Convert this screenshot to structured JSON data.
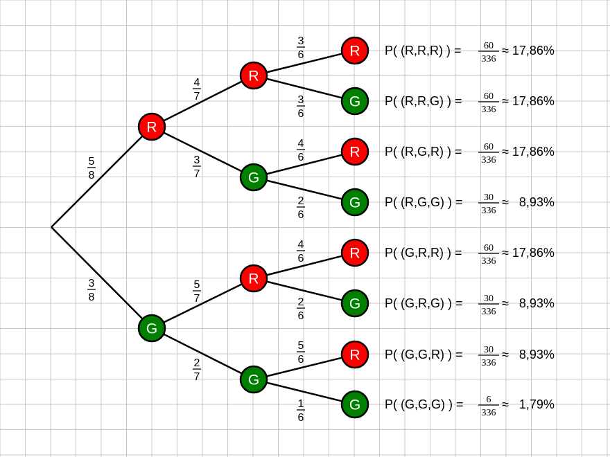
{
  "colors": {
    "grid": "#c8c8c8",
    "background": "#ffffff",
    "red_node": "#ff0000",
    "green_node": "#008000",
    "edge": "#000000",
    "text": "#000000",
    "node_text": "#ffffff"
  },
  "tree": {
    "node_labels": {
      "red": "R",
      "green": "G"
    },
    "level1": [
      {
        "color": "red",
        "label": "R",
        "branch_num": "5",
        "branch_den": "8"
      },
      {
        "color": "green",
        "label": "G",
        "branch_num": "3",
        "branch_den": "8"
      }
    ],
    "level2": [
      {
        "color": "red",
        "label": "R",
        "branch_num": "4",
        "branch_den": "7"
      },
      {
        "color": "green",
        "label": "G",
        "branch_num": "3",
        "branch_den": "7"
      },
      {
        "color": "red",
        "label": "R",
        "branch_num": "5",
        "branch_den": "7"
      },
      {
        "color": "green",
        "label": "G",
        "branch_num": "2",
        "branch_den": "7"
      }
    ],
    "level3": [
      {
        "color": "red",
        "label": "R",
        "branch_num": "3",
        "branch_den": "6"
      },
      {
        "color": "green",
        "label": "G",
        "branch_num": "3",
        "branch_den": "6"
      },
      {
        "color": "red",
        "label": "R",
        "branch_num": "4",
        "branch_den": "6"
      },
      {
        "color": "green",
        "label": "G",
        "branch_num": "2",
        "branch_den": "6"
      },
      {
        "color": "red",
        "label": "R",
        "branch_num": "4",
        "branch_den": "6"
      },
      {
        "color": "green",
        "label": "G",
        "branch_num": "2",
        "branch_den": "6"
      },
      {
        "color": "red",
        "label": "R",
        "branch_num": "5",
        "branch_den": "6"
      },
      {
        "color": "green",
        "label": "G",
        "branch_num": "1",
        "branch_den": "6"
      }
    ]
  },
  "results": [
    {
      "prefix": "P( (R,R,R) ) =",
      "num": "60",
      "den": "336",
      "approx": "≈ 17,86%"
    },
    {
      "prefix": "P( (R,R,G) ) =",
      "num": "60",
      "den": "336",
      "approx": "≈ 17,86%"
    },
    {
      "prefix": "P( (R,G,R) ) =",
      "num": "60",
      "den": "336",
      "approx": "≈ 17,86%"
    },
    {
      "prefix": "P( (R,G,G) ) =",
      "num": "30",
      "den": "336",
      "approx": "≈   8,93%"
    },
    {
      "prefix": "P( (G,R,R) ) =",
      "num": "60",
      "den": "336",
      "approx": "≈ 17,86%"
    },
    {
      "prefix": "P( (G,R,G) ) =",
      "num": "30",
      "den": "336",
      "approx": "≈   8,93%"
    },
    {
      "prefix": "P( (G,G,R) ) =",
      "num": "30",
      "den": "336",
      "approx": "≈   8,93%"
    },
    {
      "prefix": "P( (G,G,G) ) =",
      "num": "6",
      "den": "336",
      "approx": "≈   1,79%"
    }
  ]
}
